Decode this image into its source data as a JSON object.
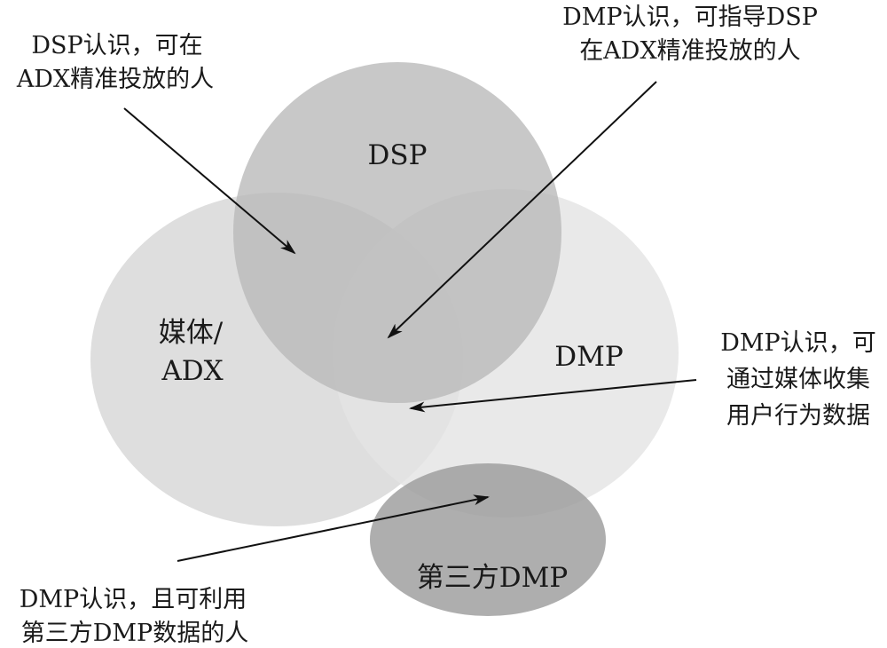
{
  "circles": {
    "dsp": {
      "label": "DSP",
      "fill": "#b8b8b8"
    },
    "media_adx": {
      "label_line1": "媒体/",
      "label_line2": "ADX",
      "fill": "#d6d6d6"
    },
    "dmp": {
      "label": "DMP",
      "fill": "#e4e4e4"
    },
    "third_party_dmp": {
      "label": "第三方DMP",
      "fill": "#9c9c9c"
    }
  },
  "callouts": {
    "dsp_adx": {
      "line1": "DSP认识，可在",
      "line2": "ADX精准投放的人"
    },
    "dmp_guides_dsp": {
      "line1": "DMP认识，可指导DSP",
      "line2": "在ADX精准投放的人"
    },
    "dmp_media": {
      "line1": "DMP认识，可",
      "line2": "通过媒体收集",
      "line3": "用户行为数据"
    },
    "dmp_third_party": {
      "line1": "DMP认识，且可利用",
      "line2": "第三方DMP数据的人"
    }
  }
}
